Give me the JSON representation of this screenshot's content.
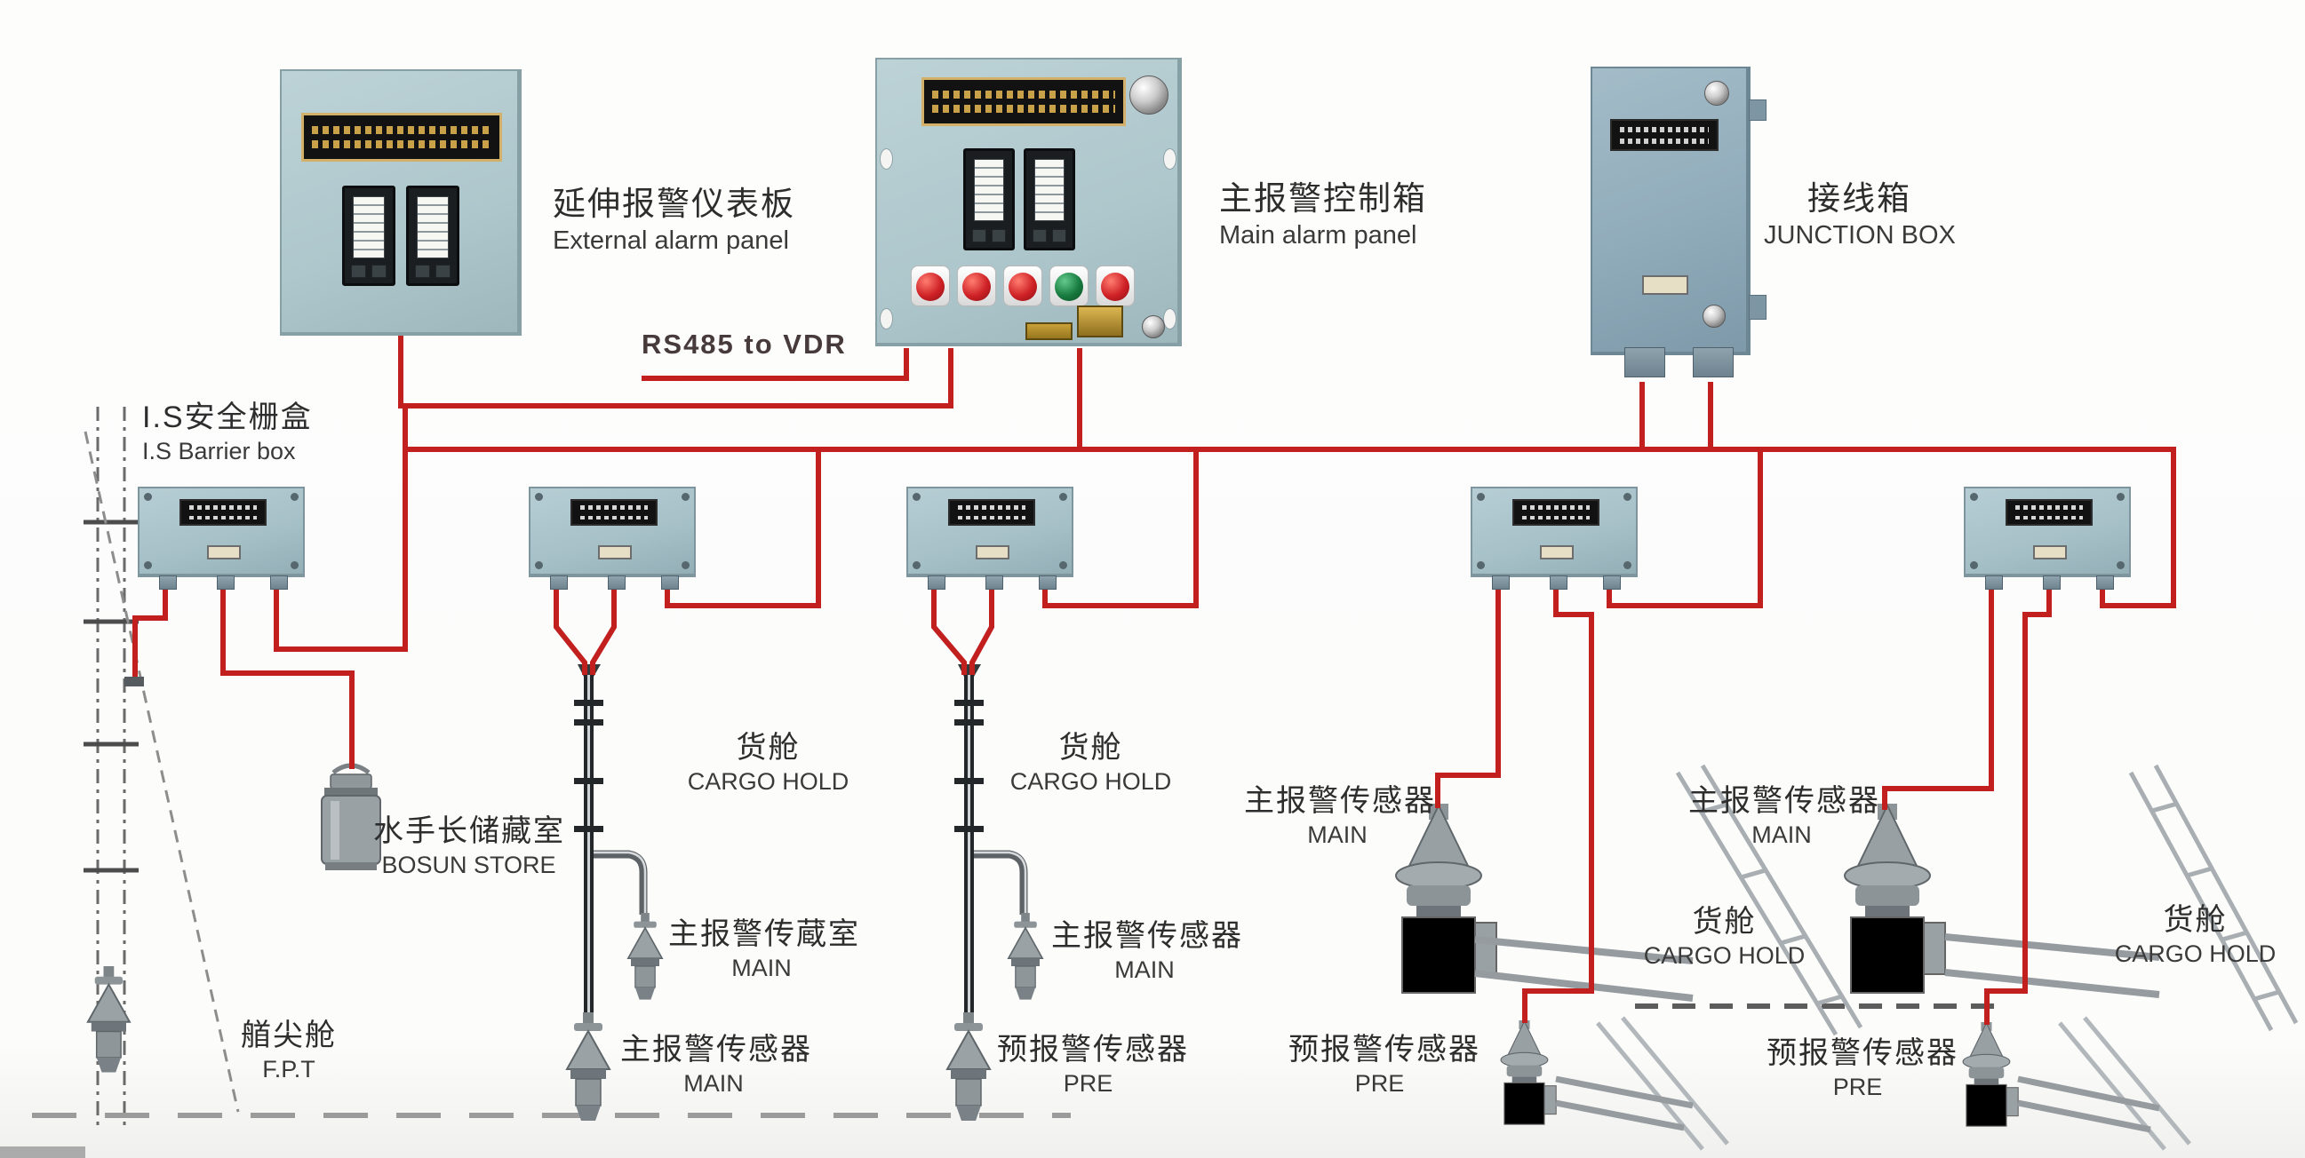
{
  "diagram_title_implicit": "ship alarm system wiring diagram",
  "colors": {
    "wire_red": "#c2201f",
    "panel_blue": "#aec7cc",
    "junction_blue": "#90abba",
    "nameplate_black": "#121212",
    "brass": "#b98f2f",
    "button_red": "#ce2126",
    "button_green": "#177a3e",
    "metal_gray": "#9aa2a6",
    "text": "#2d2d2d"
  },
  "devices": {
    "external_panel": {
      "zh": "延伸报警仪表板",
      "en": "External alarm panel"
    },
    "main_panel": {
      "zh": "主报警控制箱",
      "en": "Main alarm panel",
      "buttons": [
        "red",
        "red",
        "red",
        "green",
        "red"
      ]
    },
    "junction_box": {
      "zh": "接线箱",
      "en": "JUNCTION BOX"
    },
    "barrier_box": {
      "zh": "I.S安全栅盒",
      "en": "I.S Barrier box",
      "count": 5
    }
  },
  "connections": {
    "vdr_link": "RS485 to VDR"
  },
  "labels": {
    "fpt": {
      "zh": "艏尖舱",
      "en": "F.P.T"
    },
    "bosun_store": {
      "zh": "水手长储藏室",
      "en": "BOSUN STORE"
    },
    "cargo_hold": {
      "zh": "货舱",
      "en": "CARGO HOLD"
    },
    "main_sensor": {
      "zh": "主报警传感器",
      "en": "MAIN"
    },
    "main_sensor_room": {
      "zh": "主报警传蔵室",
      "en": "MAIN"
    },
    "pre_sensor": {
      "zh": "预报警传感器",
      "en": "PRE"
    }
  }
}
